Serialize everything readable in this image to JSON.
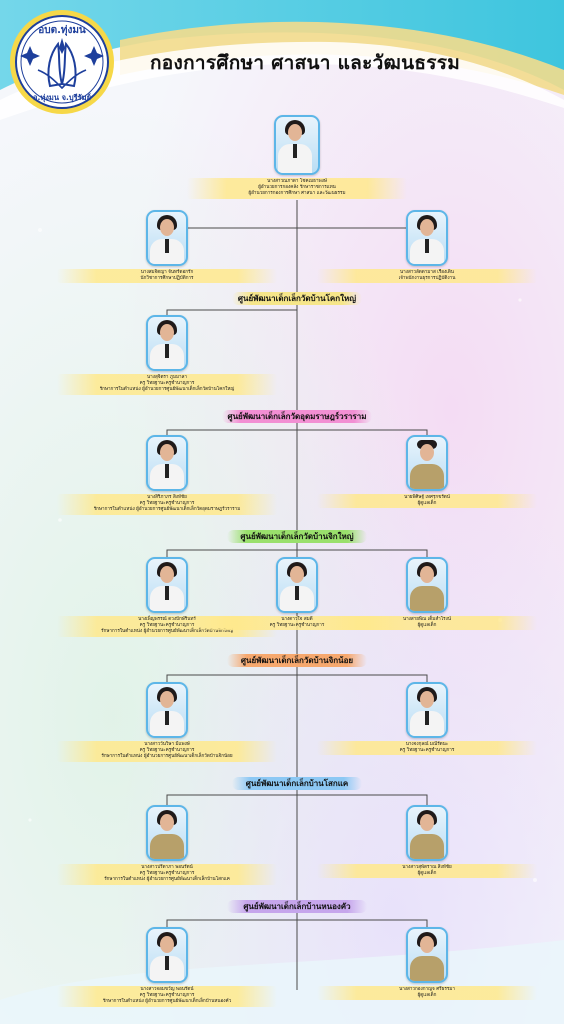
{
  "header": {
    "title": "กองการศึกษา ศาสนา และวัฒนธรรม"
  },
  "logo": {
    "top_text": "อบต.ทุ่งมน",
    "bottom_text": "อ.ทุ่งมน จ.บุรีรัมย์"
  },
  "colors": {
    "line": "#4a4a4a",
    "band_yellow": "#f6e68a",
    "band_pink": "#f28fd3",
    "band_green": "#9ae06c",
    "band_orange": "#f6a86e",
    "band_blue": "#8cc8f4",
    "band_purple": "#c6a6ec"
  },
  "director": {
    "lines": [
      "นางสาวณภาดา โชคเมธาพงษ์",
      "ผู้อำนวยการกองคลัง รักษาราชการแทน",
      "ผู้อำนวยการกองการศึกษา ศาสนา และวัฒนธรรม"
    ]
  },
  "staff_left": {
    "lines": [
      "นางสมจิตญา จันทร์ดอกรัก",
      "นักวิชาการศึกษาปฏิบัติการ"
    ]
  },
  "staff_right": {
    "lines": [
      "นางสาวลัดดามาส เรืองเดิน",
      "เจ้าพนักงานธุรการปฏิบัติงาน"
    ]
  },
  "sections": [
    {
      "label": "ศูนย์พัฒนาเด็กเล็กวัดบ้านโคกใหญ่"
    },
    {
      "label": "ศูนย์พัฒนาเด็กเล็กวัดอุดมราษฎร์วราราม"
    },
    {
      "label": "ศูนย์พัฒนาเด็กเล็กวัดบ้านจิกใหญ่"
    },
    {
      "label": "ศูนย์พัฒนาเด็กเล็กวัดบ้านจิกน้อย"
    },
    {
      "label": "ศูนย์พัฒนาเด็กเล็กบ้านโสกแค"
    },
    {
      "label": "ศูนย์พัฒนาเด็กเล็กบ้านหนองคัว"
    }
  ],
  "s1": {
    "p1": {
      "lines": [
        "นางสุจิตรา ภูมมาลา",
        "ครู วิทยฐานะครูชำนาญการ",
        "รักษาการในตำแหน่ง ผู้อำนวยการศูนย์พัฒนาเด็กเล็กวัดบ้านโคกใหญ่"
      ]
    }
  },
  "s2": {
    "p1": {
      "lines": [
        "นางสิริภาภร สิงห์ชัย",
        "ครู วิทยฐานะครูชำนาญการ",
        "รักษาการในตำแหน่ง ผู้อำนวยการศูนย์พัฒนาเด็กเล็กวัดอุดมราษฎร์วราราม"
      ]
    },
    "p2": {
      "lines": [
        "นายพิศิษฐ์ เทศรุกขรัตน์",
        "ผู้ดูแลเด็ก"
      ]
    }
  },
  "s3": {
    "p1": {
      "lines": [
        "นางเพ็ญพรรณ์ ดวงปักษ์รินทร์",
        "ครู วิทยฐานะครูชำนาญการ",
        "รักษาการในตำแหน่ง ผู้อำนวยการศูนย์พัฒนาเด็กเล็กวัดบ้านจิกใหญ่"
      ]
    },
    "p2": {
      "lines": [
        "นางดาวใจ สมดี",
        "ครู วิทยฐานะครูชำนาญการ"
      ]
    },
    "p3": {
      "lines": [
        "นางสายพิณ เต็มสำโรงน์",
        "ผู้ดูแลเด็ก"
      ]
    }
  },
  "s4": {
    "p1": {
      "lines": [
        "นางสาววันวิษา มีแพงษ์",
        "ครู วิทยฐานะครูชำนาญการ",
        "รักษาการในตำแหน่ง ผู้อำนวยการศูนย์พัฒนาเด็กเล็กวัดบ้านจิกน้อย"
      ]
    },
    "p2": {
      "lines": [
        "นางจงกุลณ์ มณีรัตนะ",
        "ครู วิทยฐานะครูชำนาญการ"
      ]
    }
  },
  "s5": {
    "p1": {
      "lines": [
        "นางสาวปรีดาภา พอนรัตน์",
        "ครู วิทยฐานะครูชำนาญการ",
        "รักษาการในตำแหน่ง ผู้อำนวยการศูนย์พัฒนาเด็กเล็กบ้านโสกแค"
      ]
    },
    "p2": {
      "lines": [
        "นางสาวสุพัตราณ สิงห์ชัย",
        "ผู้ดูแลเด็ก"
      ]
    }
  },
  "s6": {
    "p1": {
      "lines": [
        "นางสาวจอมขวัญ พอนรัตน์",
        "ครู วิทยฐานะครูชำนาญการ",
        "รักษาการในตำแหน่ง ผู้อำนวยการศูนย์พัฒนาเด็กเล็กบ้านหนองคัว"
      ]
    },
    "p2": {
      "lines": [
        "นางสาวกองกาญจ ศรีธรรมา",
        "ผู้ดูแลเด็ก"
      ]
    }
  }
}
